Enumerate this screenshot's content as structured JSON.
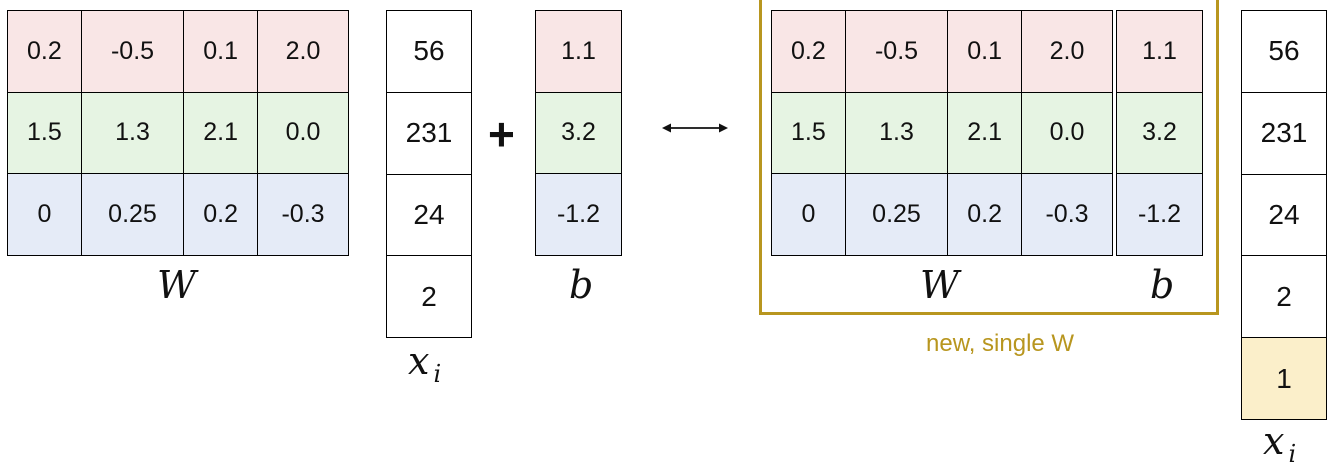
{
  "left": {
    "W": [
      [
        "0.2",
        "-0.5",
        "0.1",
        "2.0"
      ],
      [
        "1.5",
        "1.3",
        "2.1",
        "0.0"
      ],
      [
        "0",
        "0.25",
        "0.2",
        "-0.3"
      ]
    ],
    "W_label": "W",
    "x": [
      "56",
      "231",
      "24",
      "2"
    ],
    "x_label": "x",
    "x_sub": "i",
    "plus": "+",
    "b": [
      "1.1",
      "3.2",
      "-1.2"
    ],
    "b_label": "b"
  },
  "right": {
    "W": [
      [
        "0.2",
        "-0.5",
        "0.1",
        "2.0"
      ],
      [
        "1.5",
        "1.3",
        "2.1",
        "0.0"
      ],
      [
        "0",
        "0.25",
        "0.2",
        "-0.3"
      ]
    ],
    "W_label": "W",
    "b": [
      "1.1",
      "3.2",
      "-1.2"
    ],
    "b_label": "b",
    "caption": "new, single W",
    "x": [
      "56",
      "231",
      "24",
      "2",
      "1"
    ],
    "x_label": "x",
    "x_sub": "i"
  },
  "colors": {
    "row0": "#f9e6e6",
    "row1": "#e6f4e3",
    "row2": "#e5ebf7",
    "ones": "#fbefca",
    "box": "#b8961f"
  },
  "icons": {
    "equivalence": "double-headed-arrow-icon"
  }
}
